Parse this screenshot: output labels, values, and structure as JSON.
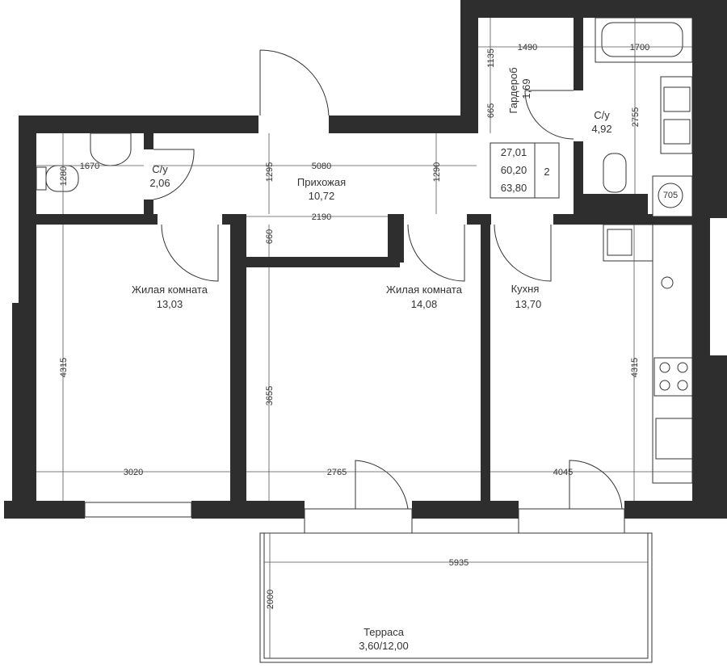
{
  "rooms": [
    {
      "name": "Прихожая",
      "area": "10,72"
    },
    {
      "name": "Жилая комната",
      "area": "13,03"
    },
    {
      "name": "Жилая комната",
      "area": "14,08"
    },
    {
      "name": "Кухня",
      "area": "13,70"
    },
    {
      "name": "С/у",
      "area": "2,06"
    },
    {
      "name": "С/у",
      "area": "4,92"
    },
    {
      "name": "Гардероб",
      "area": "1,69"
    },
    {
      "name": "Терраса",
      "area": "3,60/12,00"
    }
  ],
  "info": {
    "living": "27,01",
    "total": "60,20",
    "total_with_terrace": "63,80",
    "rooms_count": "2"
  },
  "dims": {
    "hall_width": "5080",
    "wc_small_width": "1670",
    "wc_small_height": "1280",
    "hall_h1": "1295",
    "hall_h2": "1290",
    "corridor_width": "2190",
    "corridor_depth": "660",
    "room1_height": "4315",
    "room1_width": "3020",
    "room2_height": "3655",
    "room2_width": "2765",
    "kitchen_width": "4045",
    "kitchen_height": "4315",
    "terrace_width": "5935",
    "terrace_depth": "2000",
    "wardrobe_width": "1490",
    "wardrobe_h1": "1135",
    "wardrobe_h2": "665",
    "bath_width": "1700",
    "wc_big_height": "2755",
    "washer": "705"
  }
}
